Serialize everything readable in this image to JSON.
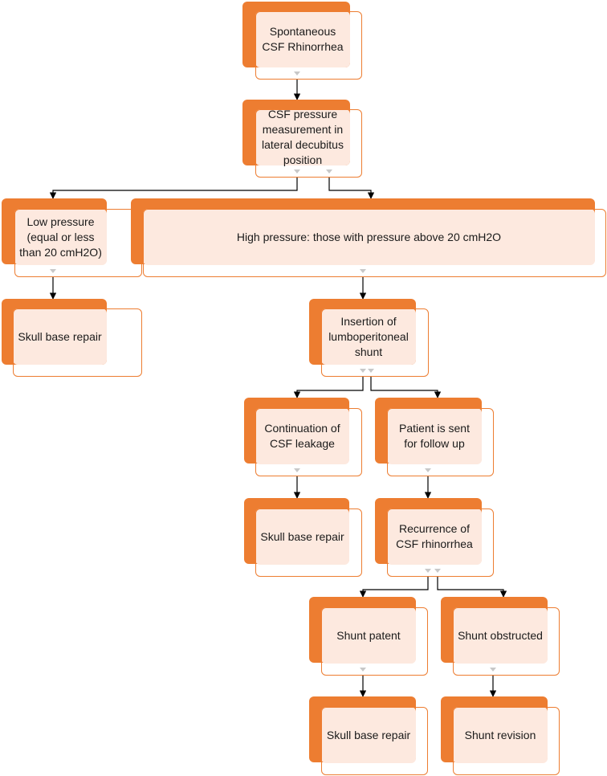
{
  "flowchart": {
    "nodes": [
      {
        "id": "n1",
        "label": "Spontaneous CSF Rhinorrhea"
      },
      {
        "id": "n2",
        "label": "CSF pressure measurement in lateral decubitus position"
      },
      {
        "id": "n3",
        "label": "Low pressure (equal or less than 20 cmH2O)"
      },
      {
        "id": "n4",
        "label": "High pressure: those with pressure above 20 cmH2O"
      },
      {
        "id": "n5",
        "label": "Skull base repair"
      },
      {
        "id": "n6",
        "label": "Insertion of lumboperitoneal shunt"
      },
      {
        "id": "n7",
        "label": "Continuation of CSF leakage"
      },
      {
        "id": "n8",
        "label": "Patient is sent for follow up"
      },
      {
        "id": "n9",
        "label": "Skull base repair"
      },
      {
        "id": "n10",
        "label": "Recurrence of CSF rhinorrhea"
      },
      {
        "id": "n11",
        "label": "Shunt patent"
      },
      {
        "id": "n12",
        "label": "Shunt obstructed"
      },
      {
        "id": "n13",
        "label": "Skull base repair"
      },
      {
        "id": "n14",
        "label": "Shunt revision"
      }
    ],
    "edges": [
      {
        "from": "n1",
        "to": "n2"
      },
      {
        "from": "n2",
        "to": "n3"
      },
      {
        "from": "n2",
        "to": "n4"
      },
      {
        "from": "n3",
        "to": "n5"
      },
      {
        "from": "n4",
        "to": "n6"
      },
      {
        "from": "n6",
        "to": "n7"
      },
      {
        "from": "n6",
        "to": "n8"
      },
      {
        "from": "n7",
        "to": "n9"
      },
      {
        "from": "n8",
        "to": "n10"
      },
      {
        "from": "n10",
        "to": "n11"
      },
      {
        "from": "n10",
        "to": "n12"
      },
      {
        "from": "n11",
        "to": "n13"
      },
      {
        "from": "n12",
        "to": "n14"
      }
    ],
    "colors": {
      "accent": "#ed7d31",
      "fill": "#fde9df",
      "connector": "#000000",
      "anchor": "#c8c8c8"
    }
  }
}
